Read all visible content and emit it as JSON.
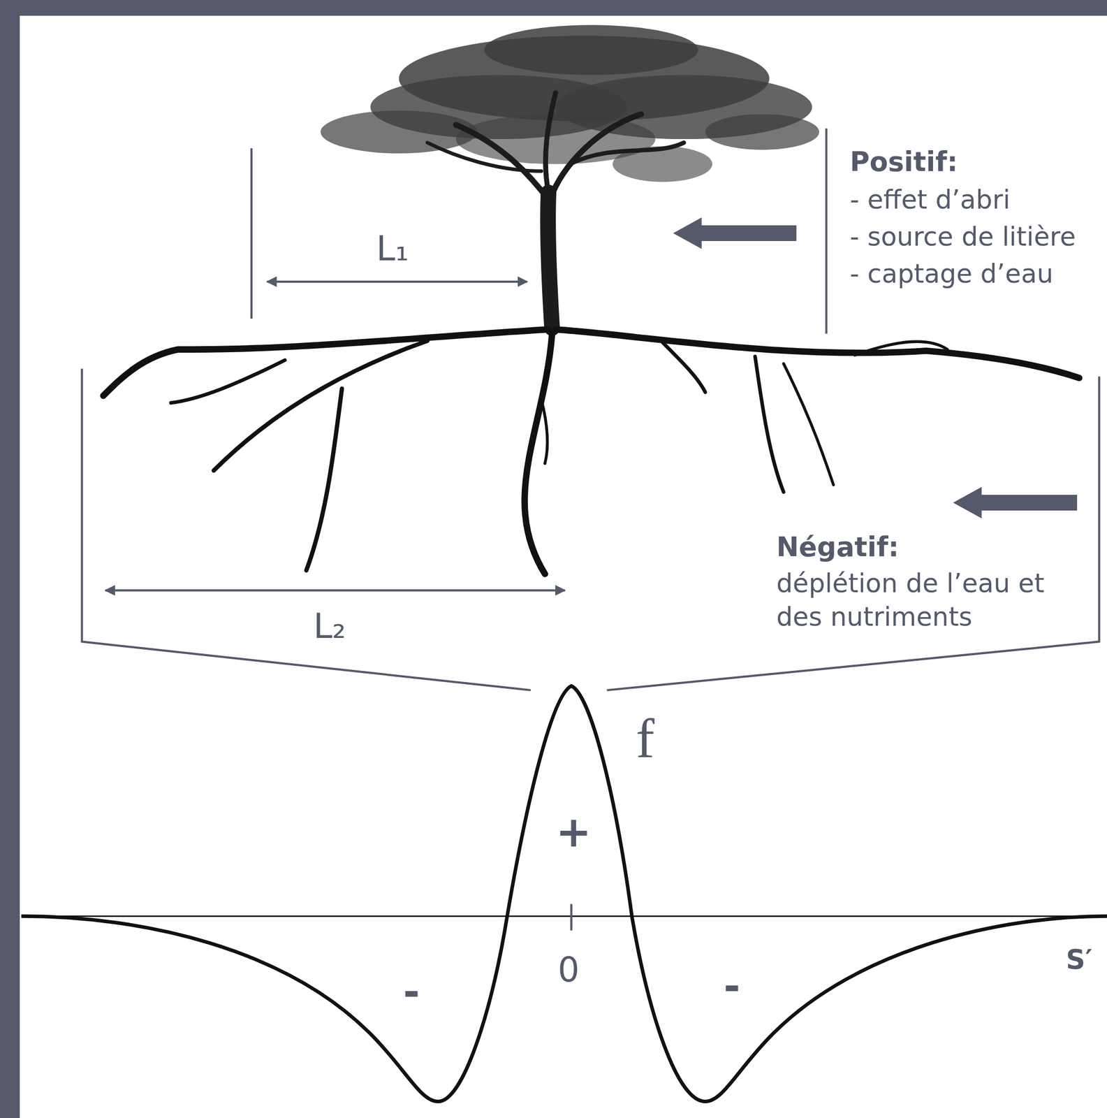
{
  "diagram": {
    "labels": [
      "Positif:",
      "- effet d’abri",
      "- source de litière",
      "- captage d’eau",
      "L₁",
      "L₂",
      "Négatif:",
      "déplétion de l’eau et des nutriments",
      "f",
      "+",
      "0",
      "-",
      "-",
      "S′"
    ]
  }
}
